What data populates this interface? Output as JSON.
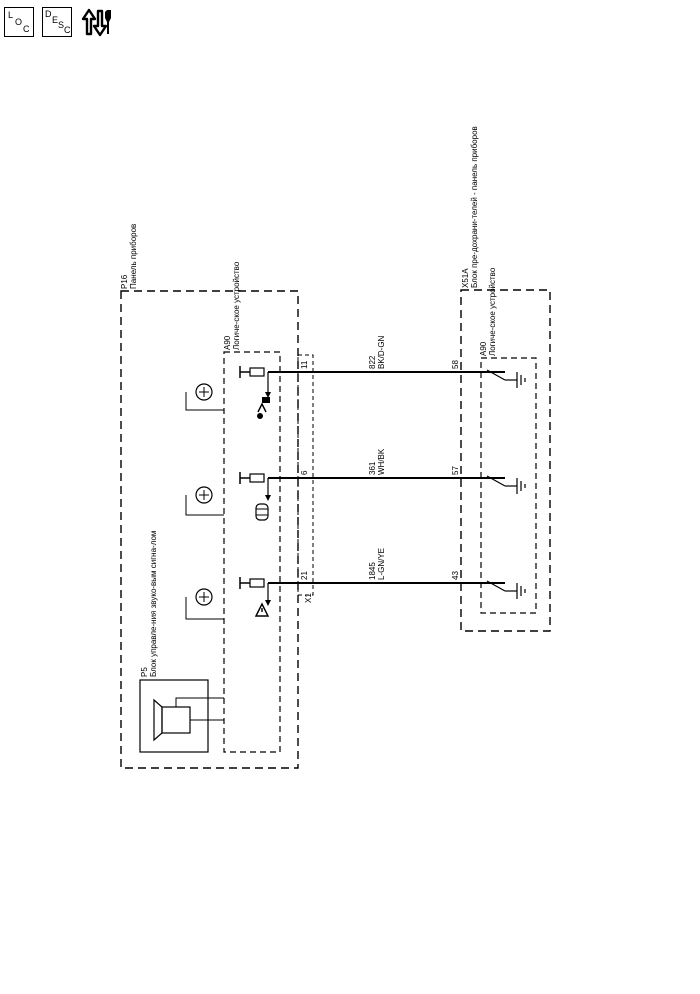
{
  "toolbar": {
    "loc_icon": {
      "l": "L",
      "o": "O",
      "c": "C"
    },
    "desc_icon": {
      "d": "D",
      "e": "E",
      "s": "S",
      "c": "C"
    },
    "third_icon": "repair-arrows-icon"
  },
  "diagram": {
    "panel_box": {
      "id": "P16",
      "name": "Панель приборов"
    },
    "logic_left": {
      "id": "A90",
      "name": "Логиче-ское устройство"
    },
    "speaker_unit": {
      "id": "P5",
      "name": "Блок управле-ния звуко-вым сигна-лом"
    },
    "connector": "X1",
    "fuse_box": {
      "id": "X51A",
      "name": "Блок пре-дохрани-телей - панель приборов"
    },
    "logic_right": {
      "id": "A90",
      "name": "Логиче-ское устройство"
    },
    "circuits": [
      {
        "wire_num": "822",
        "wire_color": "BK/D-GN",
        "x1_pin": "11",
        "x51_pin": "58"
      },
      {
        "wire_num": "361",
        "wire_color": "WH/BK",
        "x1_pin": "6",
        "x51_pin": "57"
      },
      {
        "wire_num": "1845",
        "wire_color": "L-GN/YE",
        "x1_pin": "21",
        "x51_pin": "43"
      }
    ]
  }
}
